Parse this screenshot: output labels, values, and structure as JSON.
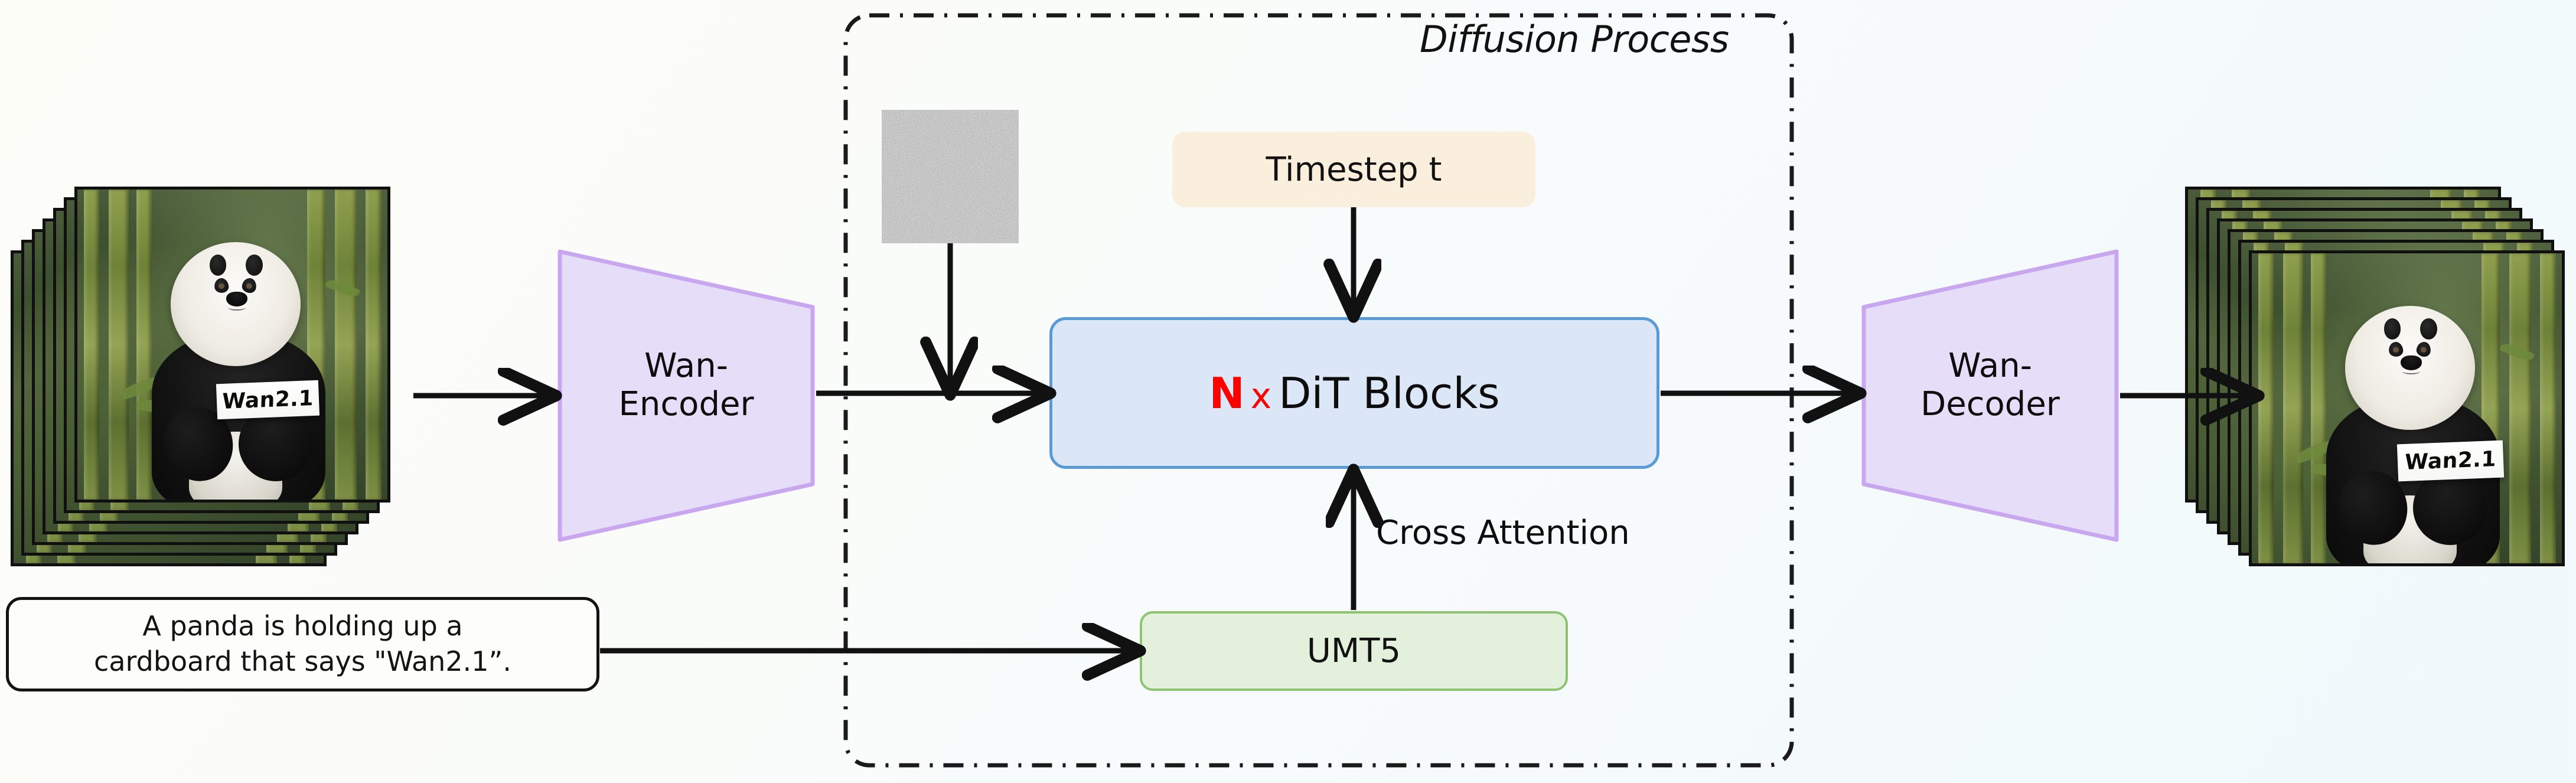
{
  "diagram": {
    "title": "Wan2.1 text-to-video diffusion pipeline",
    "background_gradient_from": "#fdfdf8",
    "background_gradient_to": "#f0f9fc"
  },
  "diffusion_group": {
    "label": "Diffusion Process",
    "border_style": "dash-dot",
    "border_color": "#1a1a1a"
  },
  "input": {
    "stack_name": "input-video-frames",
    "frame_count": 7,
    "sign_text": "Wan2.1"
  },
  "output": {
    "stack_name": "output-video-frames",
    "frame_count": 7,
    "sign_text": "Wan2.1"
  },
  "prompt": {
    "text": "A panda is holding up a\ncardboard that says \"Wan2.1”."
  },
  "encoder": {
    "label": "Wan-\nEncoder",
    "fill": "#e6ddf8",
    "stroke": "#c9a6f0"
  },
  "decoder": {
    "label": "Wan-\nDecoder",
    "fill": "#e6ddf8",
    "stroke": "#c9a6f0"
  },
  "noise": {
    "name": "gaussian-noise-latent",
    "color": "#8d8d8d"
  },
  "timestep": {
    "label": "Timestep t",
    "fill": "#faefdc"
  },
  "dit": {
    "repeat_symbol": "N",
    "times_symbol": "x",
    "label": "DiT Blocks",
    "fill": "#dbe7f7",
    "stroke": "#5b9bd5",
    "accent": "#ff0000"
  },
  "text_encoder": {
    "label": "UMT5",
    "fill": "#e3f0dc",
    "stroke": "#8cc472"
  },
  "edges": {
    "cross_attention": "Cross Attention"
  }
}
